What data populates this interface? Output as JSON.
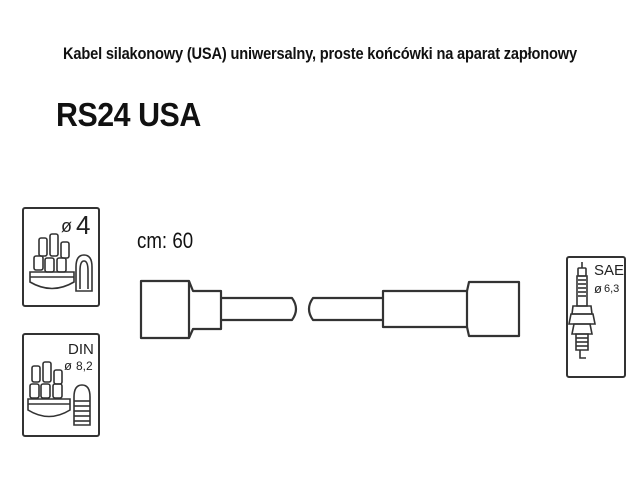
{
  "header": {
    "title": "Kabel silakonowy (USA) uniwersalny, proste końcówki na aparat zapłonowy",
    "model": "RS24 USA"
  },
  "cable": {
    "length_label": "cm: 60"
  },
  "terminals": {
    "distributor_4": {
      "diameter": "4",
      "symbol": "ø"
    },
    "distributor_din": {
      "standard": "DIN",
      "diameter": "8,2",
      "symbol": "ø"
    },
    "spark_plug_sae": {
      "standard": "SAE",
      "diameter": "6,3",
      "symbol": "ø"
    }
  },
  "colors": {
    "line": "#333333",
    "background": "#ffffff"
  },
  "icons": [
    "distributor-cap-icon",
    "straight-boot-icon",
    "spark-plug-icon"
  ]
}
